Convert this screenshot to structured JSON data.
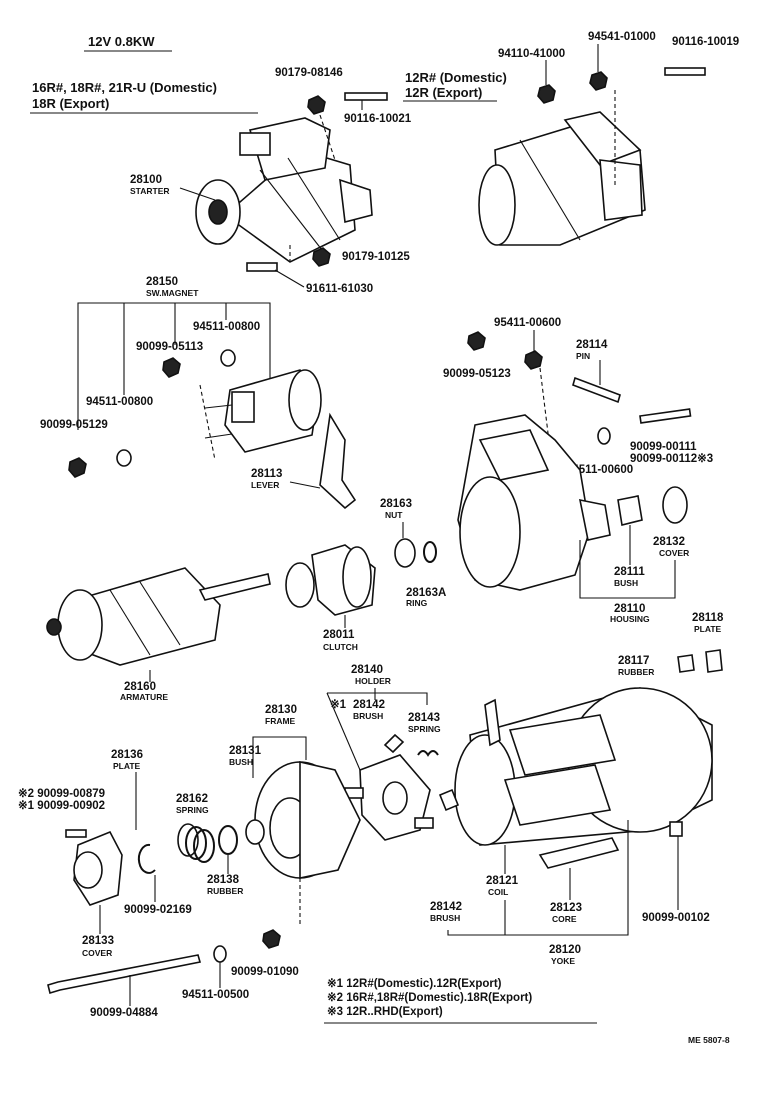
{
  "header": {
    "rating": "12V  0.8KW",
    "applic_1": "16R#, 18R#, 21R-U (Domestic)",
    "applic_2": "18R (Export)",
    "alt_1": "12R# (Domestic)",
    "alt_2": "12R (Export)"
  },
  "parts": {
    "p90179_08146": "90179-08146",
    "p90116_10021": "90116-10021",
    "p94541_01000": "94541-01000",
    "p94110_41000": "94110-41000",
    "p90116_10019": "90116-10019",
    "p28100": "28100",
    "n28100": "STARTER",
    "p90179_10125": "90179-10125",
    "p91611_61030": "91611-61030",
    "p28150": "28150",
    "n28150": "SW.MAGNET",
    "p94511_00800a": "94511-00800",
    "p90099_05113": "90099-05113",
    "p94511_00800b": "94511-00800",
    "p90099_05129": "90099-05129",
    "p28113": "28113",
    "n28113": "LEVER",
    "p95411_00600": "95411-00600",
    "p28114": "28114",
    "n28114": "PIN",
    "p90099_05123": "90099-05123",
    "p90099_00111": "90099-00111",
    "p90099_00112": "90099-00112※3",
    "p94511_00600": "94511-00600",
    "p28163": "28163",
    "n28163": "NUT",
    "p28163a": "28163A",
    "n28163a": "RING",
    "p28132": "28132",
    "n28132": "COVER",
    "p28111": "28111",
    "n28111": "BUSH",
    "p28110": "28110",
    "n28110": "HOUSING",
    "p28011": "28011",
    "n28011": "CLUTCH",
    "p28160": "28160",
    "n28160": "ARMATURE",
    "p28118": "28118",
    "n28118": "PLATE",
    "p28117": "28117",
    "n28117": "RUBBER",
    "p28140": "28140",
    "n28140": "HOLDER",
    "p28142a_mark": "※1",
    "p28142a": "28142",
    "n28142a": "BRUSH",
    "p28143": "28143",
    "n28143": "SPRING",
    "p28130": "28130",
    "n28130": "FRAME",
    "p28131": "28131",
    "n28131": "BUSH",
    "p28136": "28136",
    "n28136": "PLATE",
    "p90099_00879": "※2 90099-00879",
    "p90099_00902": "※1 90099-00902",
    "p28162": "28162",
    "n28162": "SPRING",
    "p28138": "28138",
    "n28138": "RUBBER",
    "p90099_02169": "90099-02169",
    "p28133": "28133",
    "n28133": "COVER",
    "p28142b": "28142",
    "n28142b": "BRUSH",
    "p28121": "28121",
    "n28121": "COIL",
    "p28123": "28123",
    "n28123": "CORE",
    "p90099_00102": "90099-00102",
    "p28120": "28120",
    "n28120": "YOKE",
    "p90099_01090": "90099-01090",
    "p94511_00500": "94511-00500",
    "p90099_04884": "90099-04884"
  },
  "footnotes": {
    "f1": "※1  12R#(Domestic).12R(Export)",
    "f2": "※2  16R#,18R#(Domestic).18R(Export)",
    "f3": "※3  12R..RHD(Export)"
  },
  "corner_code": "ME  5807-8"
}
